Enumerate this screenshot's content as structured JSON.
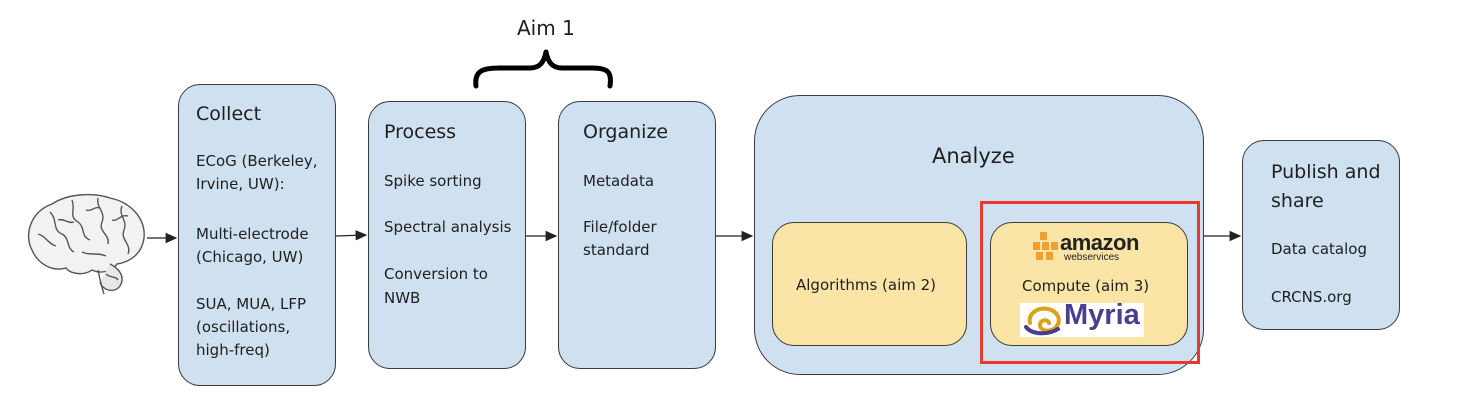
{
  "aim1_label": "Aim 1",
  "collect": {
    "title": "Collect",
    "items": [
      "ECoG (Berkeley,",
      "Irvine, UW):",
      "Multi-electrode",
      "(Chicago, UW)",
      "SUA, MUA, LFP",
      "(oscillations,",
      "high-freq)"
    ]
  },
  "process": {
    "title": "Process",
    "items": [
      "Spike sorting",
      "Spectral analysis",
      "Conversion to",
      "NWB"
    ]
  },
  "organize": {
    "title": "Organize",
    "items": [
      "Metadata",
      "File/folder",
      "standard"
    ]
  },
  "analyze": {
    "title": "Analyze",
    "algorithms": "Algorithms (aim 2)",
    "compute": "Compute (aim 3)",
    "amazon_logo": "amazon",
    "amazon_sub": "webservices",
    "myria_logo": "Myria"
  },
  "publish": {
    "title_line1": "Publish and",
    "title_line2": "share",
    "items": [
      "Data catalog",
      "CRCNS.org"
    ]
  },
  "colors": {
    "box_fill": "#cfe0f0",
    "yellow_fill": "#fbe5a6",
    "highlight": "#e8392b",
    "amazon_orange": "#f0a030",
    "myria_purple": "#4a3f8c"
  }
}
